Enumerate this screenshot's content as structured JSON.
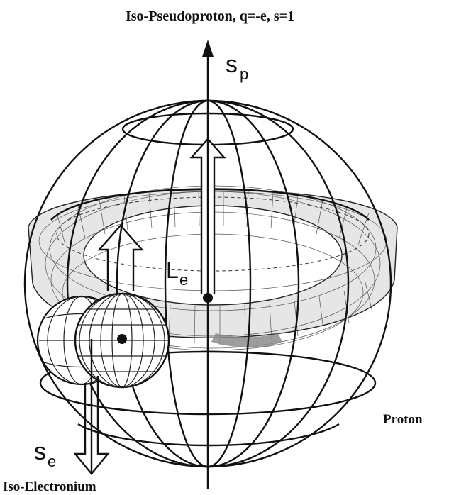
{
  "title": "Iso-Pseudoproton, q=-e, s=1",
  "labels": {
    "proton": "Proton",
    "iso_electronium": "Iso-Electronium",
    "spin_proton_main": "s",
    "spin_proton_sub": "p",
    "spin_electron_main": "s",
    "spin_electron_sub": "e",
    "orbital_main": "L",
    "orbital_sub": "e"
  },
  "colors": {
    "ink": "#111111",
    "torus_fill": "#e6e6e6",
    "torus_shadow": "#8c8c8c"
  }
}
